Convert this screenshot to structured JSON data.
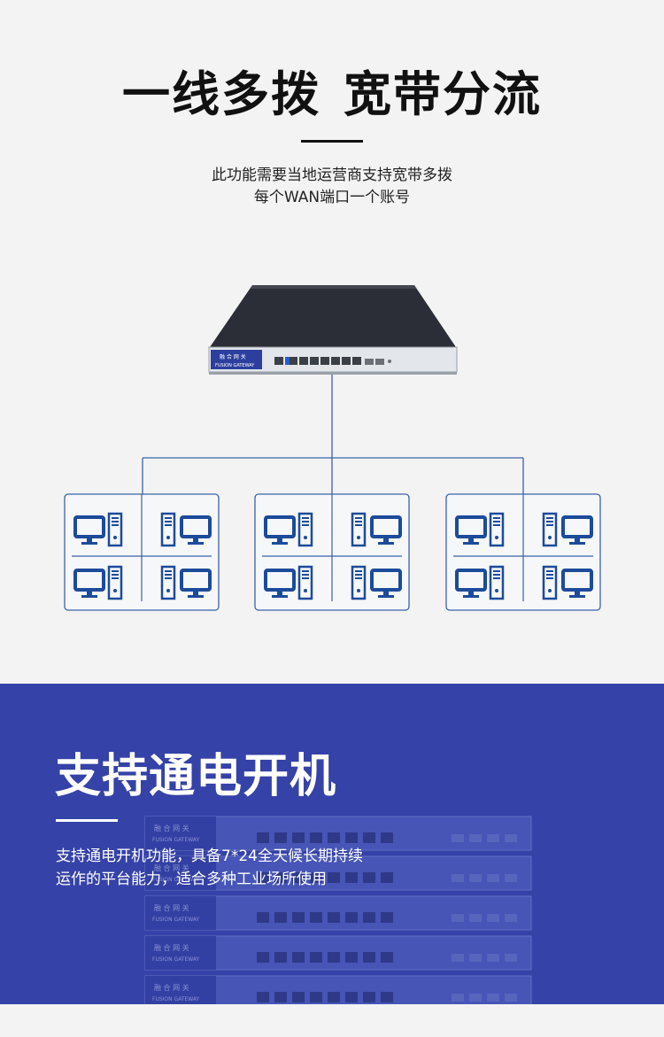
{
  "section1": {
    "title_part1": "一线多拨",
    "title_part2": "宽带分流",
    "desc_line1": "此功能需要当地运营商支持宽带多拨",
    "desc_line2": "每个WAN端口一个账号"
  },
  "device": {
    "brand_cn": "融 合 网 关",
    "brand_en": "FUSION GATEWAY"
  },
  "network": {
    "groups": 3,
    "computers_per_group": 4
  },
  "section2": {
    "title": "支持通电开机",
    "desc_line1": "支持通电开机功能，具备7*24全天候长期持续",
    "desc_line2": "运作的平台能力，适合多种工业场所使用"
  },
  "colors": {
    "band_blue": "#3542a7",
    "line_blue": "#3a63a8",
    "icon_blue": "#1c4b9a",
    "page_bg": "#f3f3f3"
  }
}
